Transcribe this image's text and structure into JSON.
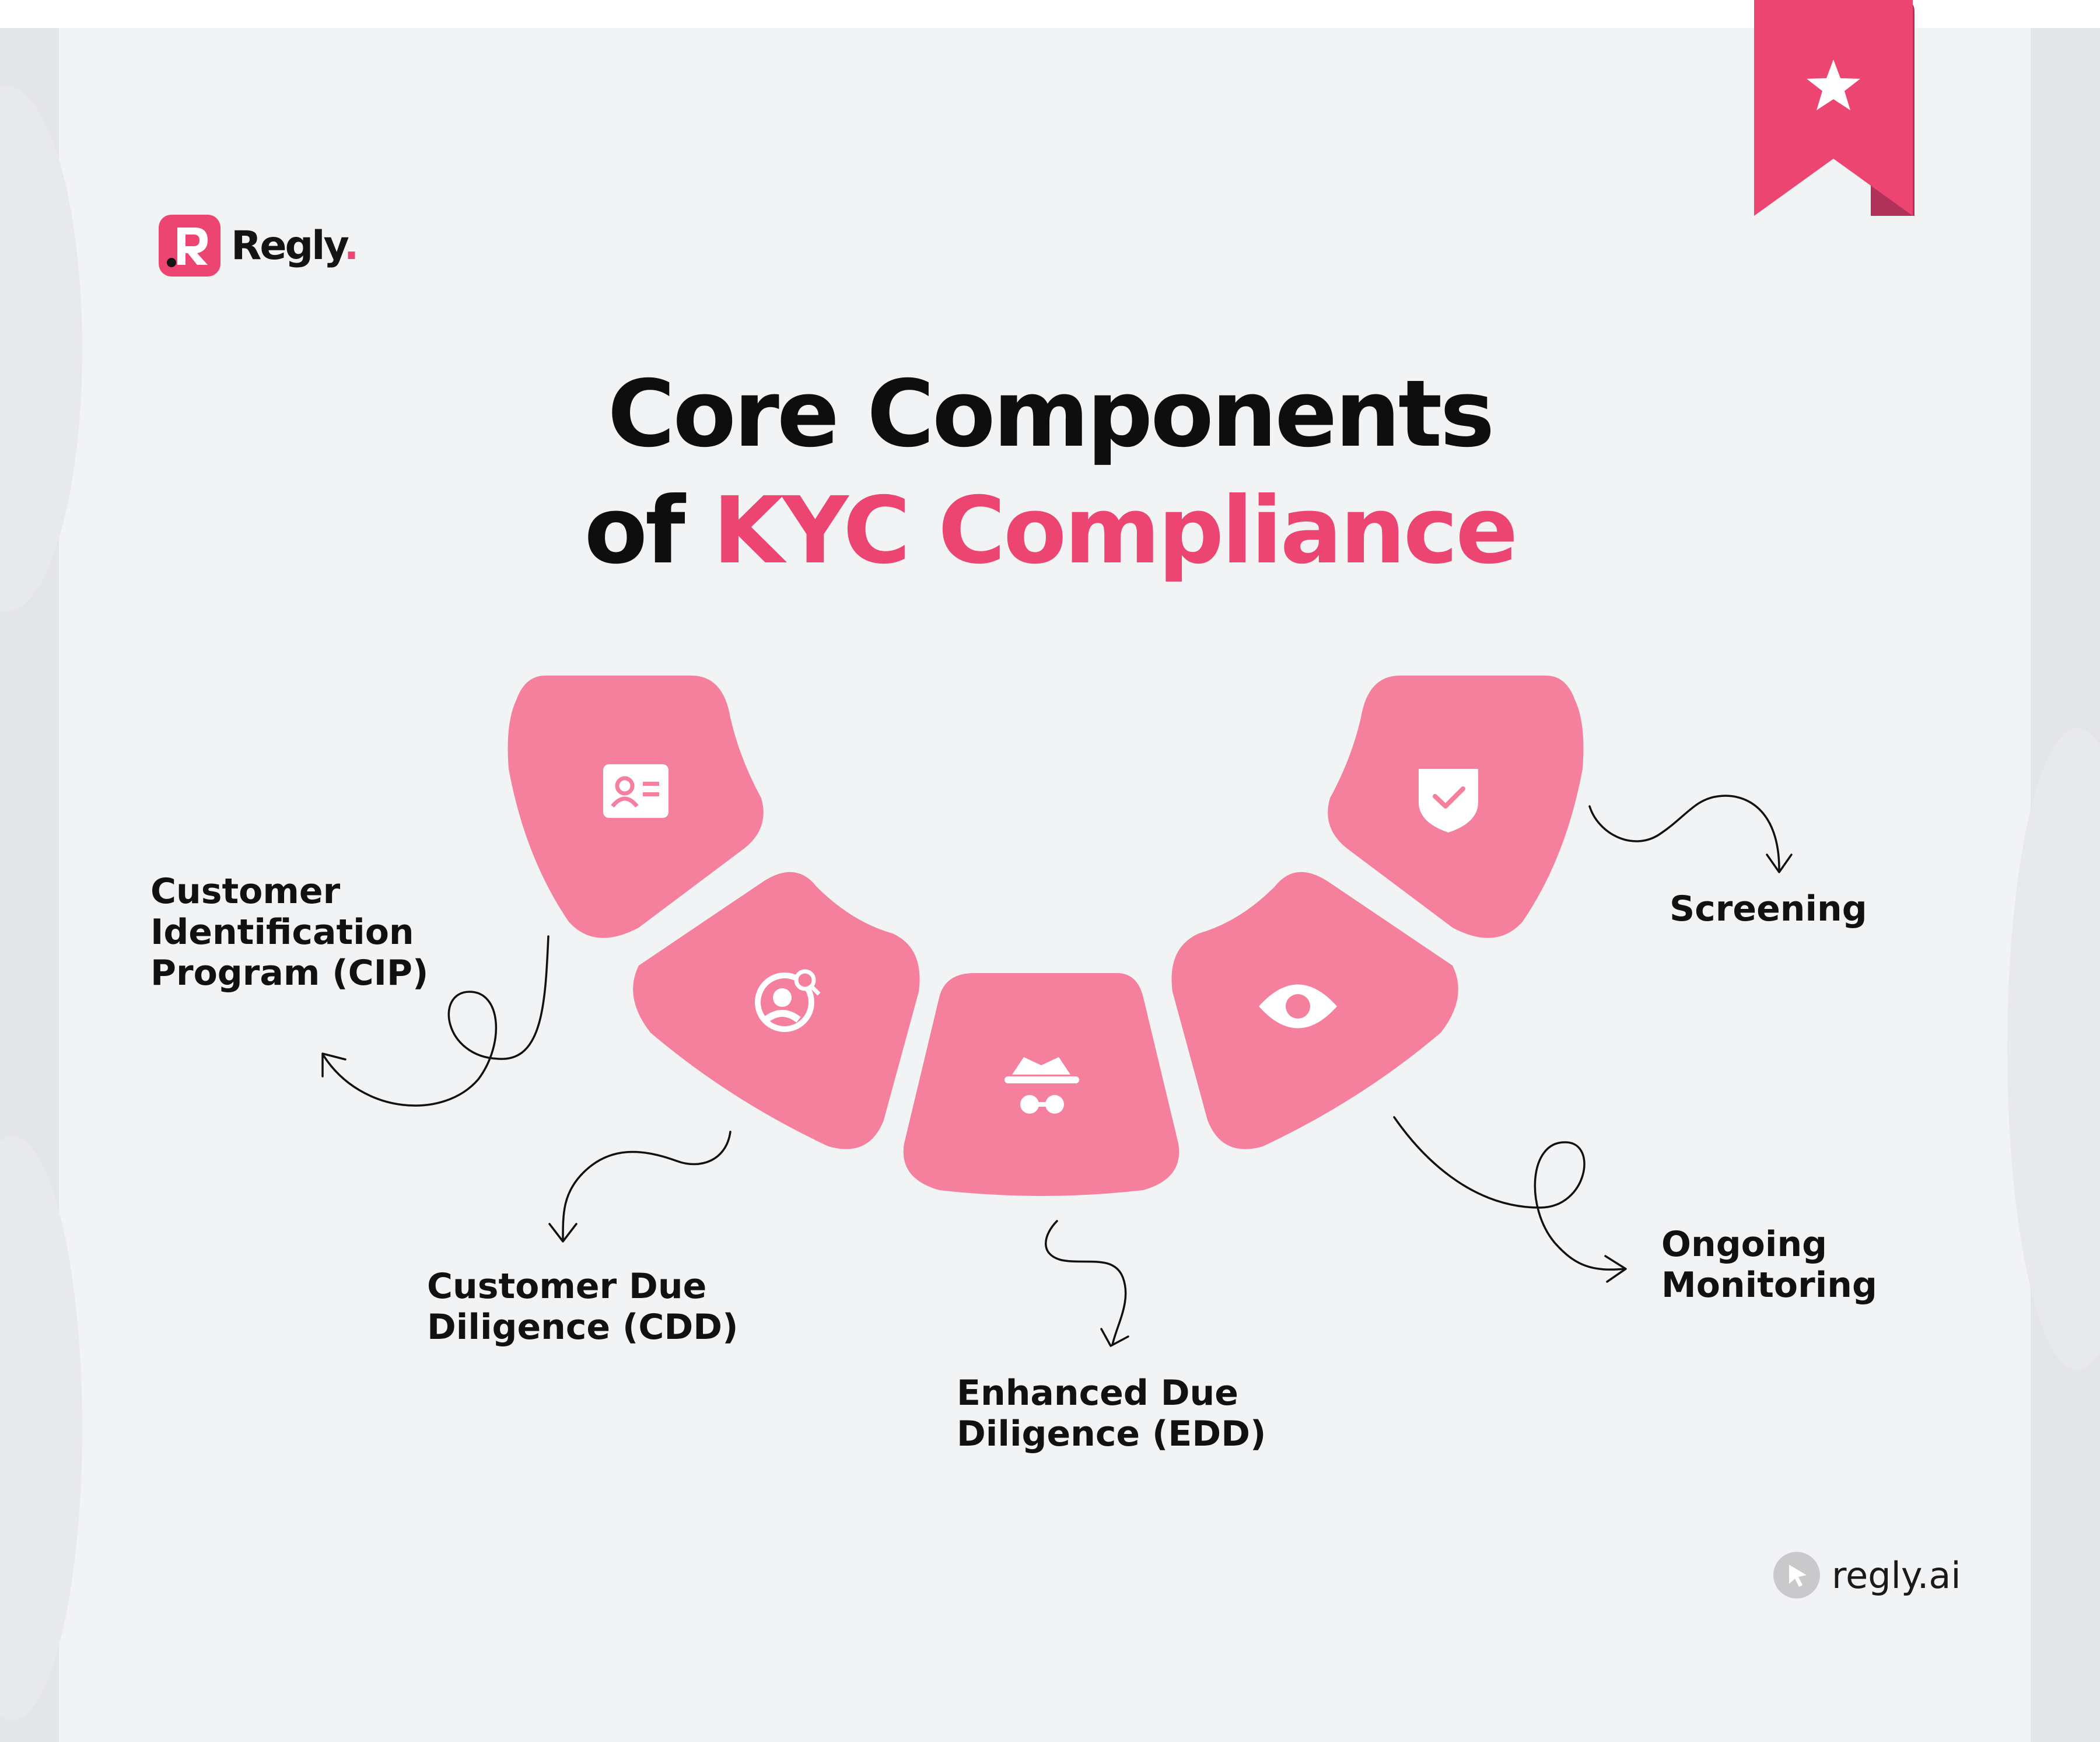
{
  "brand": {
    "name": "Regly",
    "dot": ".",
    "accent": "#ec4571",
    "segment_fill": "#f4809d"
  },
  "title": {
    "line1": "Core Components",
    "line2_prefix": "of ",
    "line2_highlight": "KYC Compliance"
  },
  "components": [
    {
      "label": "Customer\nIdentification\nProgram (CIP)",
      "icon": "id-card-icon"
    },
    {
      "label": "Customer Due\nDiligence (CDD)",
      "icon": "search-user-icon"
    },
    {
      "label": "Enhanced Due\nDiligence (EDD)",
      "icon": "incognito-icon"
    },
    {
      "label": "Ongoing\nMonitoring",
      "icon": "eye-icon"
    },
    {
      "label": "Screening",
      "icon": "shield-check-icon"
    }
  ],
  "ribbon": {
    "icon": "star-icon"
  },
  "footer": {
    "site": "regly.ai",
    "icon": "cursor-icon"
  }
}
